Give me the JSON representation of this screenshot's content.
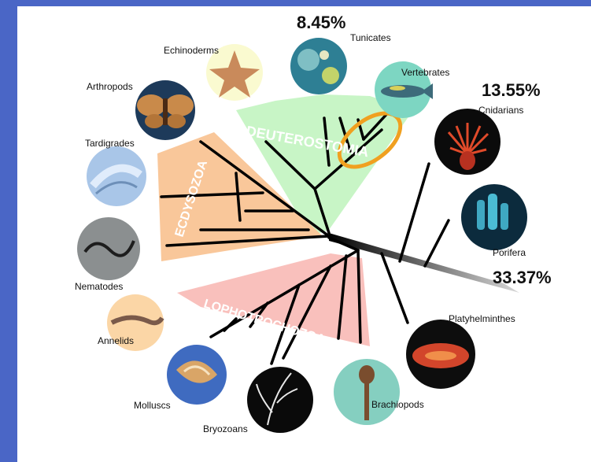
{
  "taxa": {
    "tunicates": "Tunicates",
    "vertebrates": "Vertebrates",
    "echinoderms": "Echinoderms",
    "arthropods": "Arthropods",
    "tardigrades": "Tardigrades",
    "nematodes": "Nematodes",
    "annelids": "Annelids",
    "molluscs": "Molluscs",
    "bryozoans": "Bryozoans",
    "brachiopods": "Brachiopods",
    "platyhelminthes": "Platyhelminthes",
    "cnidarians": "Cnidarians",
    "porifera": "Porifera"
  },
  "clades": {
    "deuterostomia": "DEUTEROSTOMIA",
    "ecdysozoa": "ECDYSOZOA",
    "lophotrochozoa": "LOPHOTROCHOZOA"
  },
  "percentages": {
    "tunicates": "8.45%",
    "cnidarians": "13.55%",
    "porifera": "33.37%"
  },
  "colors": {
    "background": "#4a66c6",
    "deuterostomia_fill": "#c8f5c6",
    "ecdysozoa_fill": "#f9c79a",
    "lophotrochozoa_fill": "#f9c0bc",
    "highlight_ring": "#f0a020",
    "branch": "#000000"
  },
  "icons": {
    "tunicates": "tunicate-photo-icon",
    "vertebrates": "fish-photo-icon",
    "echinoderms": "starfish-photo-icon",
    "arthropods": "moth-photo-icon",
    "tardigrades": "tardigrade-photo-icon",
    "nematodes": "nematode-photo-icon",
    "annelids": "annelid-photo-icon",
    "molluscs": "shell-photo-icon",
    "bryozoans": "bryozoan-photo-icon",
    "brachiopods": "brachiopod-photo-icon",
    "platyhelminthes": "flatworm-photo-icon",
    "cnidarians": "anemone-photo-icon",
    "porifera": "sponge-photo-icon"
  }
}
